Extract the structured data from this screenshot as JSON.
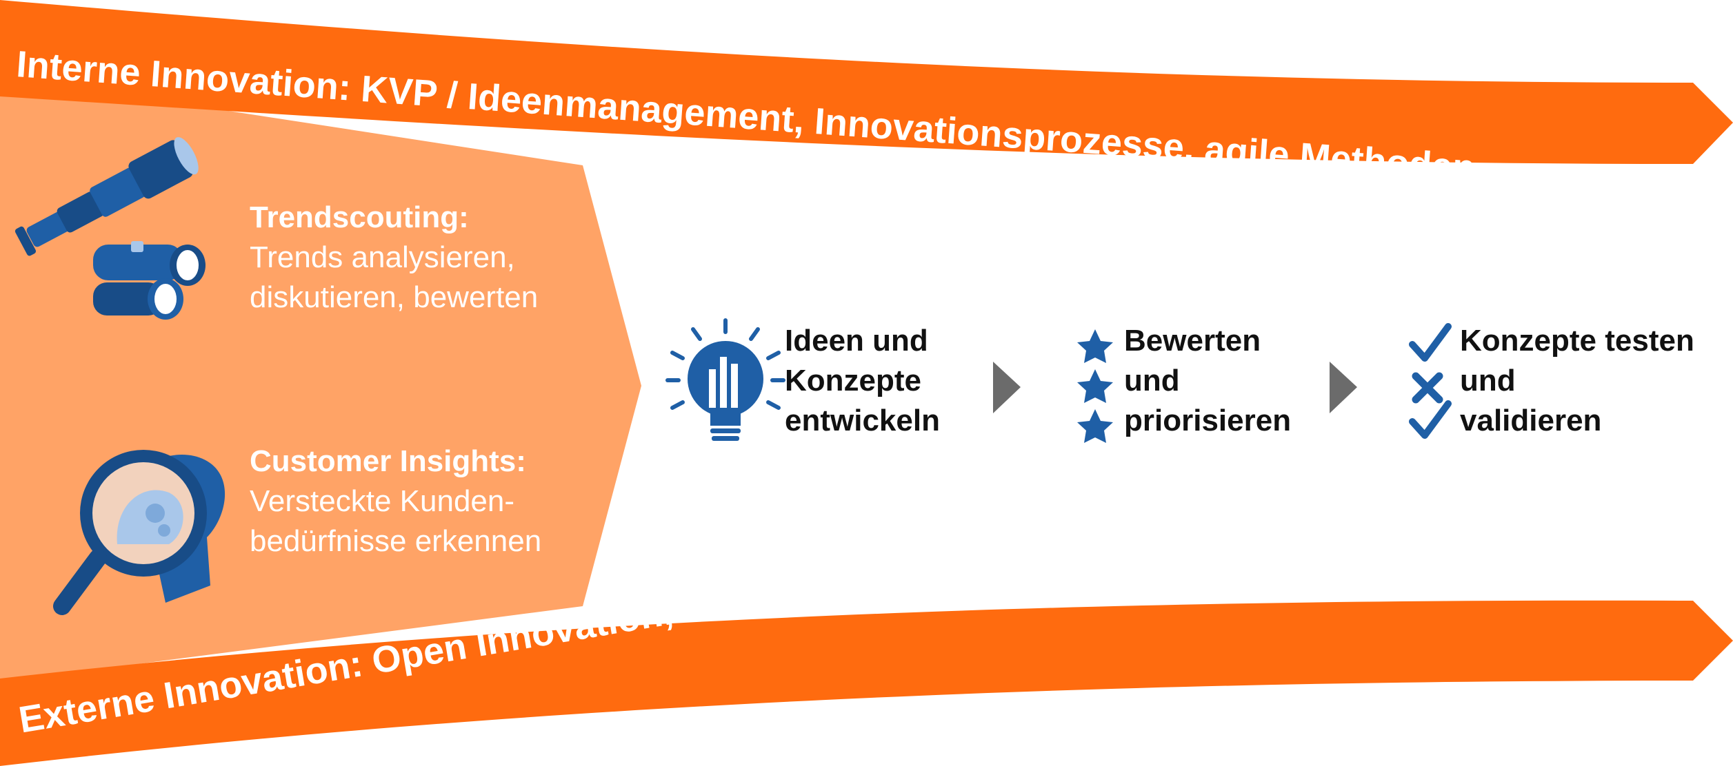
{
  "bands": {
    "top": "Interne Innovation: KVP / Ideenmanagement, Innovationsprozesse, agile Methoden",
    "bottom": "Externe Innovation: Open Innovation, Crowdsourcing, Co-creation"
  },
  "left": {
    "trend": {
      "title": "Trendscouting:",
      "line1": "Trends analysieren,",
      "line2": "diskutieren, bewerten"
    },
    "insights": {
      "title": "Customer Insights:",
      "line1": "Versteckte Kunden-",
      "line2": "bedürfnisse erkennen"
    }
  },
  "steps": [
    {
      "lines": [
        "Ideen und",
        "Konzepte",
        "entwickeln"
      ]
    },
    {
      "lines": [
        "Bewerten",
        "und",
        "priorisieren"
      ]
    },
    {
      "lines": [
        "Konzepte testen",
        "und",
        "validieren"
      ]
    }
  ],
  "colors": {
    "orange": "#ff6b0f",
    "light_orange": "#ffa366",
    "blue": "#1f5fa6",
    "dark_blue": "#184c87",
    "gray_arrow": "#6b6b6b"
  },
  "icons": [
    "telescope-icon",
    "binoculars-icon",
    "magnifier-head-icon",
    "lightbulb-icon",
    "star-icon",
    "check-icon",
    "cross-icon",
    "arrow-right-icon"
  ]
}
